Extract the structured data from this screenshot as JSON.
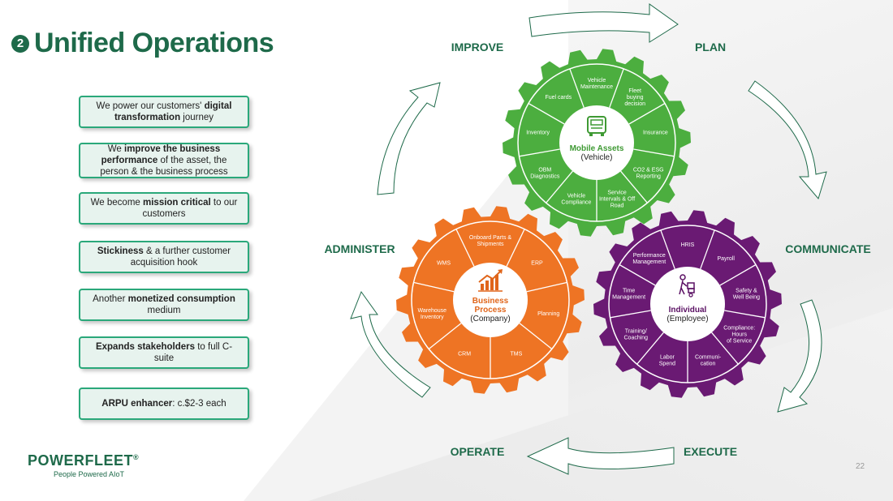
{
  "title": {
    "number": "2",
    "text": "Unified Operations"
  },
  "boxes": [
    {
      "parts": [
        {
          "t": "We power our customers' ",
          "b": false
        },
        {
          "t": "digital transformation",
          "b": true
        },
        {
          "t": " journey",
          "b": false
        }
      ]
    },
    {
      "parts": [
        {
          "t": "We ",
          "b": false
        },
        {
          "t": "improve the business performance",
          "b": true
        },
        {
          "t": " of the asset, the person & the business process",
          "b": false
        }
      ]
    },
    {
      "parts": [
        {
          "t": "We become ",
          "b": false
        },
        {
          "t": "mission critical",
          "b": true
        },
        {
          "t": " to our customers",
          "b": false
        }
      ]
    },
    {
      "parts": [
        {
          "t": "Stickiness",
          "b": true
        },
        {
          "t": " & a further customer acquisition hook",
          "b": false
        }
      ]
    },
    {
      "parts": [
        {
          "t": "Another ",
          "b": false
        },
        {
          "t": "monetized consumption",
          "b": true
        },
        {
          "t": " medium",
          "b": false
        }
      ]
    },
    {
      "parts": [
        {
          "t": "Expands stakeholders",
          "b": true
        },
        {
          "t": " to full C-suite",
          "b": false
        }
      ]
    },
    {
      "parts": [
        {
          "t": "ARPU enhancer",
          "b": true
        },
        {
          "t": ": c.$2-3 each",
          "b": false
        }
      ]
    }
  ],
  "stages": {
    "improve": "IMPROVE",
    "plan": "PLAN",
    "communicate": "COMMUNICATE",
    "execute": "EXECUTE",
    "operate": "OPERATE",
    "administer": "ADMINISTER"
  },
  "gears": [
    {
      "id": "vehicle",
      "color": "#4cae3f",
      "center_color": "#3f9a34",
      "center_title": "Mobile Assets",
      "center_sub": "(Vehicle)",
      "icon": "truck-icon",
      "segments": [
        "Vehicle|Maintenance",
        "Fleet|buying|decision",
        "Insurance",
        "CO2 & ESG|Reporting",
        "Service|Intervals & Off|Road",
        "Vehicle|Compliance",
        "OBM|Diagnostics",
        "Inventory",
        "Fuel cards"
      ]
    },
    {
      "id": "company",
      "color": "#ee7424",
      "center_color": "#e0651a",
      "center_title": "Business|Process",
      "center_sub": "(Company)",
      "icon": "growth-chart-icon",
      "segments": [
        "Onboard Parts &|Shipments",
        "ERP",
        "Planning",
        "TMS",
        "CRM",
        "Warehouse|Inventory",
        "WMS"
      ]
    },
    {
      "id": "employee",
      "color": "#6a1a73",
      "center_color": "#5a1063",
      "center_title": "Individual",
      "center_sub": "(Employee)",
      "icon": "worker-dolly-icon",
      "segments": [
        "HRIS",
        "Payroll",
        "Safety &|Well Being",
        "Compliance:|Hours|of Service",
        "Communi-|cation",
        "Labor|Spend",
        "Training/|Coaching",
        "Time|Management",
        "Performance|Management"
      ]
    }
  ],
  "logo": {
    "text": "POWERFLEET",
    "registered": "®",
    "tagline": "People Powered AIoT"
  },
  "page_number": "22",
  "colors": {
    "brand_green": "#1e6a4a",
    "box_border": "#2aa87a",
    "box_fill": "#e7f3ee"
  }
}
